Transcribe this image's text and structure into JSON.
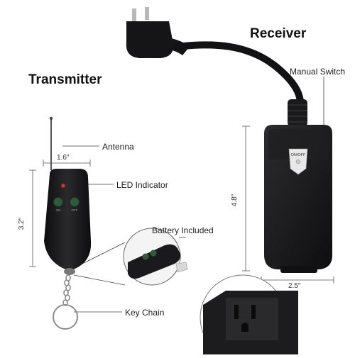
{
  "titles": {
    "receiver": "Receiver",
    "transmitter": "Transmitter"
  },
  "callouts": {
    "manual_switch": "Manual Switch",
    "antenna": "Antenna",
    "led_indicator": "LED Indicator",
    "battery_included": "Battery Included",
    "key_chain": "Key Chain"
  },
  "dimensions": {
    "transmitter_width": "1.6″",
    "transmitter_height": "3.2″",
    "receiver_height": "4.8″",
    "receiver_width": "2.5″"
  },
  "device_text": {
    "receiver_switch": "ON/OFF",
    "button_on": "ON",
    "button_off": "OFF"
  },
  "colors": {
    "device_body": "#1c1c1e",
    "button_green": "#2e5b3a",
    "led_red": "#c0392b"
  }
}
